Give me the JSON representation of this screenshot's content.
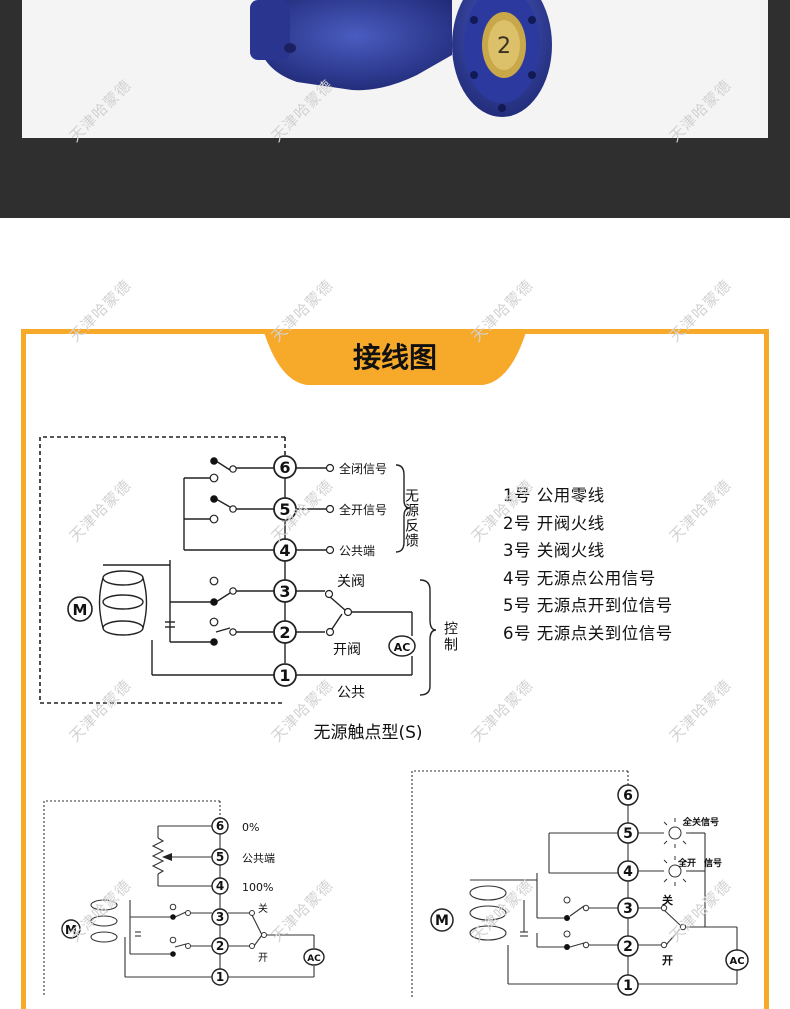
{
  "panel": {
    "title": "接线图"
  },
  "watermark": "天津哈蒙德",
  "valve": {
    "badge_number": "2"
  },
  "main_diagram": {
    "caption": "无源触点型(S)",
    "terminals": [
      "1",
      "2",
      "3",
      "4",
      "5",
      "6"
    ],
    "motor_label": "M",
    "ac_label": "AC",
    "labels": {
      "full_close_signal": "全闭信号",
      "full_open_signal": "全开信号",
      "common_terminal": "公共端",
      "close_valve": "关阀",
      "open_valve": "开阀",
      "common": "公共"
    },
    "brace_feedback_label": "无源反馈",
    "brace_control_label": "控制"
  },
  "legend": [
    "1号  公用零线",
    "2号  开阀火线",
    "3号  关阀火线",
    "4号  无源点公用信号",
    "5号  无源点开到位信号",
    "6号  无源点关到位信号"
  ],
  "potentiometer_diagram": {
    "terminals": [
      "1",
      "2",
      "3",
      "4",
      "5",
      "6"
    ],
    "motor_label": "M",
    "ac_label": "AC",
    "labels": {
      "zero_percent": "0%",
      "common_terminal": "公共端",
      "hundred_percent": "100%",
      "close": "关",
      "open": "开"
    }
  },
  "lamp_diagram": {
    "terminals": [
      "1",
      "2",
      "3",
      "4",
      "5",
      "6"
    ],
    "motor_label": "M",
    "ac_label": "AC",
    "labels": {
      "full_close_signal": "全关信号",
      "full_open": "全开",
      "signal": "信号",
      "close": "关",
      "open": "开"
    }
  }
}
